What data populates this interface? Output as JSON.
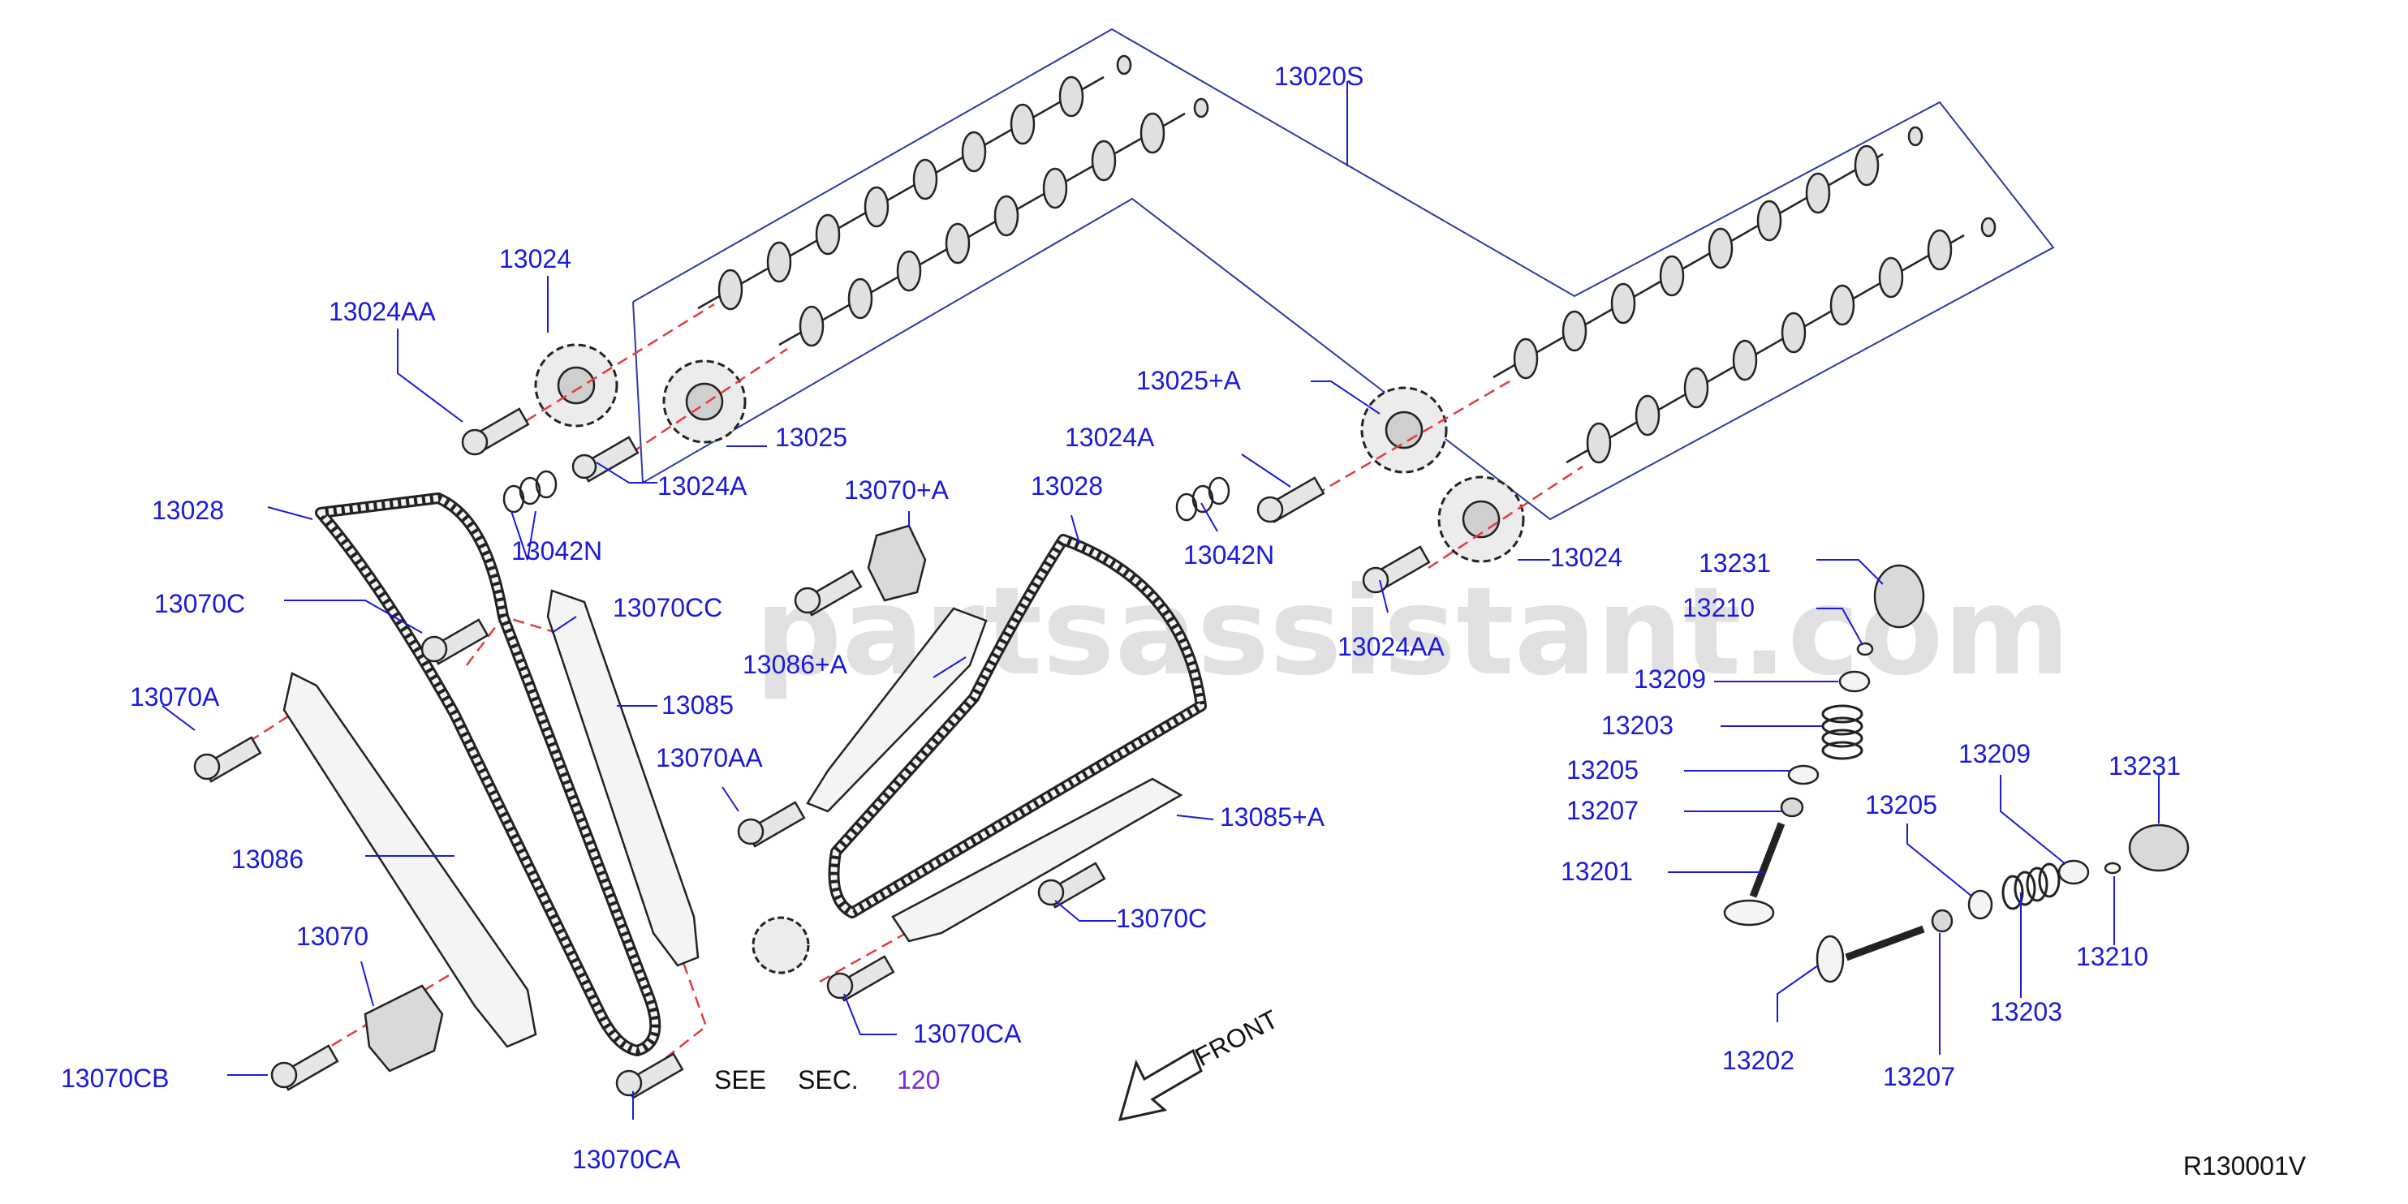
{
  "diagram_id": "R130001V",
  "watermark": "partsassistant.com",
  "see_section": {
    "see": "SEE",
    "sec": "SEC.",
    "number": "120"
  },
  "front_label": "FRONT",
  "callouts": {
    "c13020S": "13020S",
    "c13024_top": "13024",
    "c13024AA_left": "13024AA",
    "c13025": "13025",
    "c13024A_left": "13024A",
    "c13042N_left": "13042N",
    "c13028_left": "13028",
    "c13070C_left": "13070C",
    "c13070CC": "13070CC",
    "c13070A": "13070A",
    "c13085": "13085",
    "c13070AA": "13070AA",
    "c13086": "13086",
    "c13070": "13070",
    "c13070CB": "13070CB",
    "c13070CA_bottom": "13070CA",
    "c13070_plus_A": "13070+A",
    "c13086_plus_A": "13086+A",
    "c13028_right": "13028",
    "c13025_plus_A": "13025+A",
    "c13024A_right": "13024A",
    "c13042N_right": "13042N",
    "c13024_right": "13024",
    "c13024AA_right": "13024AA",
    "c13085_plus_A": "13085+A",
    "c13070C_right": "13070C",
    "c13070CA_right": "13070CA",
    "c13231_upper": "13231",
    "c13210_upper": "13210",
    "c13209_upper": "13209",
    "c13203_upper": "13203",
    "c13205_upper": "13205",
    "c13207_upper": "13207",
    "c13201": "13201",
    "c13209_lower": "13209",
    "c13231_lower": "13231",
    "c13205_lower": "13205",
    "c13210_lower": "13210",
    "c13203_lower": "13203",
    "c13202": "13202",
    "c13207_lower": "13207"
  },
  "colors": {
    "callout": "#1a1adc",
    "box": "#2a3aa8",
    "dashed_link": "#e23b3b",
    "section_link": "#7a2bd6"
  }
}
